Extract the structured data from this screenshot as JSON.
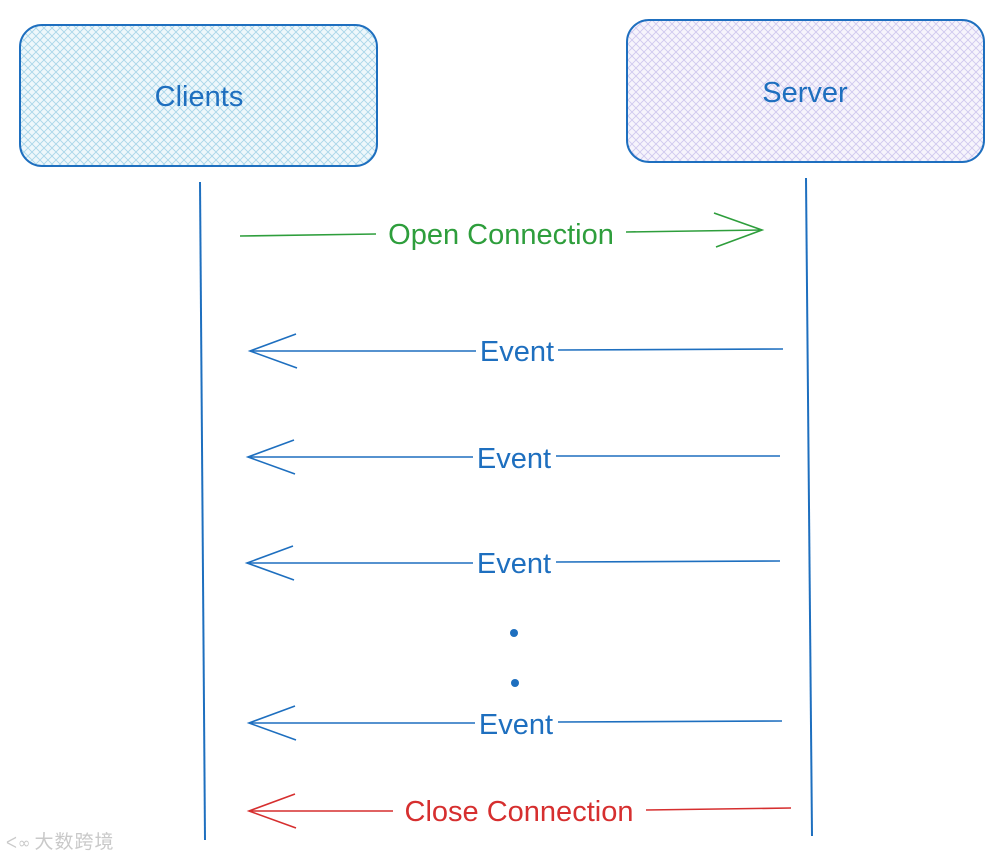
{
  "actors": {
    "clients": {
      "label": "Clients",
      "fill": "#cde8f2",
      "stroke": "#1e6fbf"
    },
    "server": {
      "label": "Server",
      "fill": "#e0dcf3",
      "stroke": "#1e6fbf"
    }
  },
  "messages": [
    {
      "label": "Open Connection",
      "direction": "to-server",
      "color": "#2e9e3c"
    },
    {
      "label": "Event",
      "direction": "to-clients",
      "color": "#1e6fbf"
    },
    {
      "label": "Event",
      "direction": "to-clients",
      "color": "#1e6fbf"
    },
    {
      "label": "Event",
      "direction": "to-clients",
      "color": "#1e6fbf"
    },
    {
      "label": "Event",
      "direction": "to-clients",
      "color": "#1e6fbf"
    },
    {
      "label": "Close Connection",
      "direction": "to-clients",
      "color": "#d62f2f"
    }
  ],
  "ellipsis_color": "#1e6fbf",
  "watermark": {
    "logo": "ᐸ∞",
    "text": "大数跨境"
  }
}
